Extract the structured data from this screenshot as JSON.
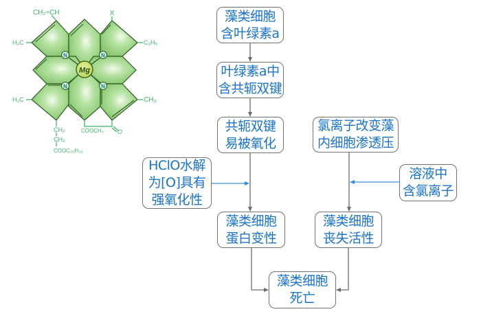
{
  "molecule": {
    "name": "chlorophyll-a-structure",
    "center_atom": "Mg",
    "nitrogen_label": "N",
    "substituents": {
      "top_left": "CH₂=CH",
      "top_right": "X",
      "left_upper": "H₃C",
      "right_upper": "C₂H₅",
      "left_lower": "H₃C",
      "right_lower": "CH₃",
      "chain_1": "CH₂",
      "chain_2": "CH₂",
      "chain_3": "COOC₂₀H₃₉",
      "ester": "COOCH₃",
      "keto": "O"
    },
    "colors": {
      "ring_fill": "#8fd07a",
      "ring_stroke": "#2f5a22",
      "label": "#3fb36a",
      "mg_fill": "#c9e36a",
      "n_fill": "#d8f0ee"
    }
  },
  "flowchart": {
    "nodes": [
      {
        "id": "algae-chlorophyll",
        "lines": [
          "藻类细胞",
          "含叶绿素a"
        ]
      },
      {
        "id": "conjugated-bonds",
        "lines": [
          "叶绿素a中",
          "含共轭双键"
        ]
      },
      {
        "id": "easily-oxidized",
        "lines": [
          "共轭双键",
          "易被氧化"
        ]
      },
      {
        "id": "hclo-oxidizing",
        "lines": [
          "HClO水解",
          "为[O]具有",
          "强氧化性"
        ]
      },
      {
        "id": "chloride-osmotic",
        "lines": [
          "氯离子改变藻",
          "内细胞渗透压"
        ]
      },
      {
        "id": "solution-chloride",
        "lines": [
          "溶液中",
          "含氯离子"
        ]
      },
      {
        "id": "protein-denature",
        "lines": [
          "藻类细胞",
          "蛋白变性"
        ]
      },
      {
        "id": "loss-of-activity",
        "lines": [
          "藻类细胞",
          "丧失活性"
        ]
      },
      {
        "id": "cell-death",
        "lines": [
          "藻类细胞",
          "死亡"
        ]
      }
    ],
    "edges": [
      {
        "from": "algae-chlorophyll",
        "to": "conjugated-bonds"
      },
      {
        "from": "conjugated-bonds",
        "to": "easily-oxidized"
      },
      {
        "from": "easily-oxidized",
        "to": "protein-denature"
      },
      {
        "from": "hclo-oxidizing",
        "to": "easily-oxidized-to-protein-denature-line"
      },
      {
        "from": "chloride-osmotic",
        "to": "loss-of-activity"
      },
      {
        "from": "solution-chloride",
        "to": "chloride-osmotic-to-loss-of-activity-line"
      },
      {
        "from": "protein-denature",
        "to": "cell-death"
      },
      {
        "from": "loss-of-activity",
        "to": "cell-death"
      }
    ],
    "colors": {
      "text": "#1a73c8",
      "border": "#707070",
      "main_arrow": "#6b6b6b",
      "side_arrow": "#3a8ad6"
    }
  }
}
